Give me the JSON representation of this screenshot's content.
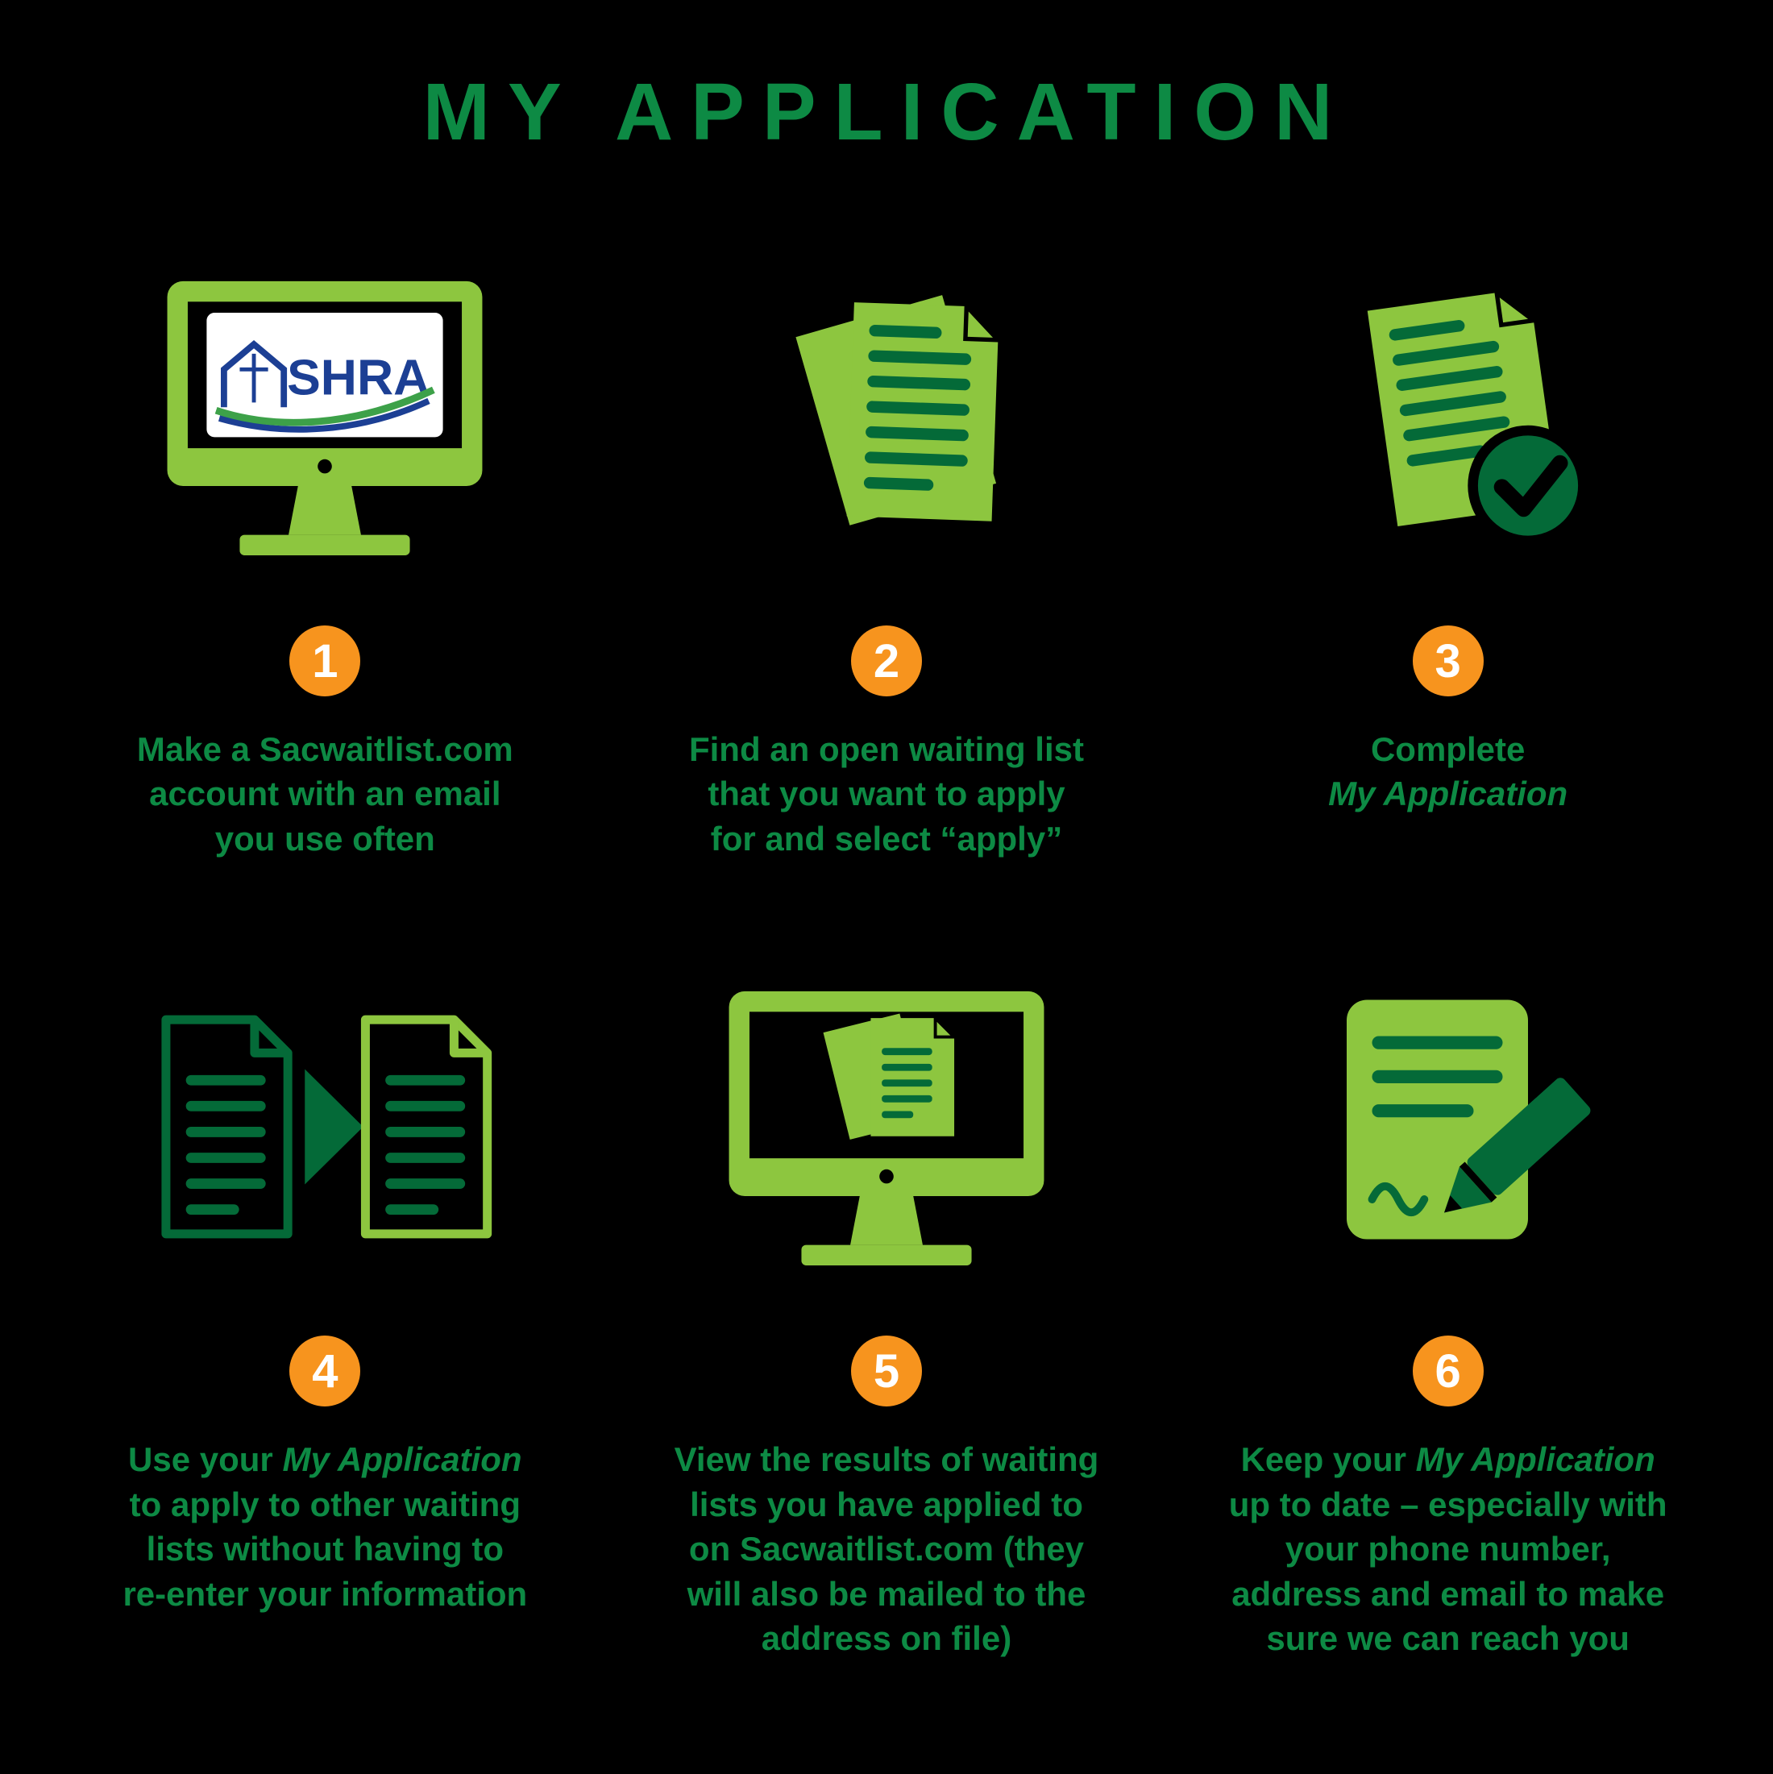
{
  "title": "MY APPLICATION",
  "colors": {
    "background": "#000000",
    "light_green": "#8dc63f",
    "dark_green": "#046a38",
    "text_green": "#0d8a44",
    "orange": "#f7941e",
    "logo_blue": "#1c3f94",
    "logo_swoosh": "#3da149",
    "white": "#ffffff"
  },
  "steps": [
    {
      "number": "1",
      "icon": "monitor-with-shra-logo",
      "icon_text": "SHRA",
      "caption": [
        [
          {
            "t": "Make a Sacwaitlist.com"
          }
        ],
        [
          {
            "t": "account with an email"
          }
        ],
        [
          {
            "t": "you use often"
          }
        ]
      ]
    },
    {
      "number": "2",
      "icon": "document",
      "caption": [
        [
          {
            "t": "Find an open waiting list"
          }
        ],
        [
          {
            "t": "that you want to apply"
          }
        ],
        [
          {
            "t": "for and select “apply”"
          }
        ]
      ]
    },
    {
      "number": "3",
      "icon": "document-checkmark",
      "caption": [
        [
          {
            "t": "Complete"
          }
        ],
        [
          {
            "t": "My Application",
            "i": true
          }
        ]
      ]
    },
    {
      "number": "4",
      "icon": "document-transfer-arrow",
      "caption": [
        [
          {
            "t": "Use your "
          },
          {
            "t": "My Application",
            "i": true
          }
        ],
        [
          {
            "t": "to apply to other waiting"
          }
        ],
        [
          {
            "t": "lists without having to"
          }
        ],
        [
          {
            "t": "re-enter your information"
          }
        ]
      ]
    },
    {
      "number": "5",
      "icon": "monitor-with-documents",
      "caption": [
        [
          {
            "t": "View the results of waiting"
          }
        ],
        [
          {
            "t": "lists you have applied to"
          }
        ],
        [
          {
            "t": "on Sacwaitlist.com (they"
          }
        ],
        [
          {
            "t": "will also be mailed to the"
          }
        ],
        [
          {
            "t": "address on file)"
          }
        ]
      ]
    },
    {
      "number": "6",
      "icon": "document-with-pencil",
      "caption": [
        [
          {
            "t": "Keep your "
          },
          {
            "t": "My Application",
            "i": true
          }
        ],
        [
          {
            "t": "up to date – especially with"
          }
        ],
        [
          {
            "t": "your phone number,"
          }
        ],
        [
          {
            "t": "address and email to make"
          }
        ],
        [
          {
            "t": "sure we can reach you"
          }
        ]
      ]
    }
  ]
}
